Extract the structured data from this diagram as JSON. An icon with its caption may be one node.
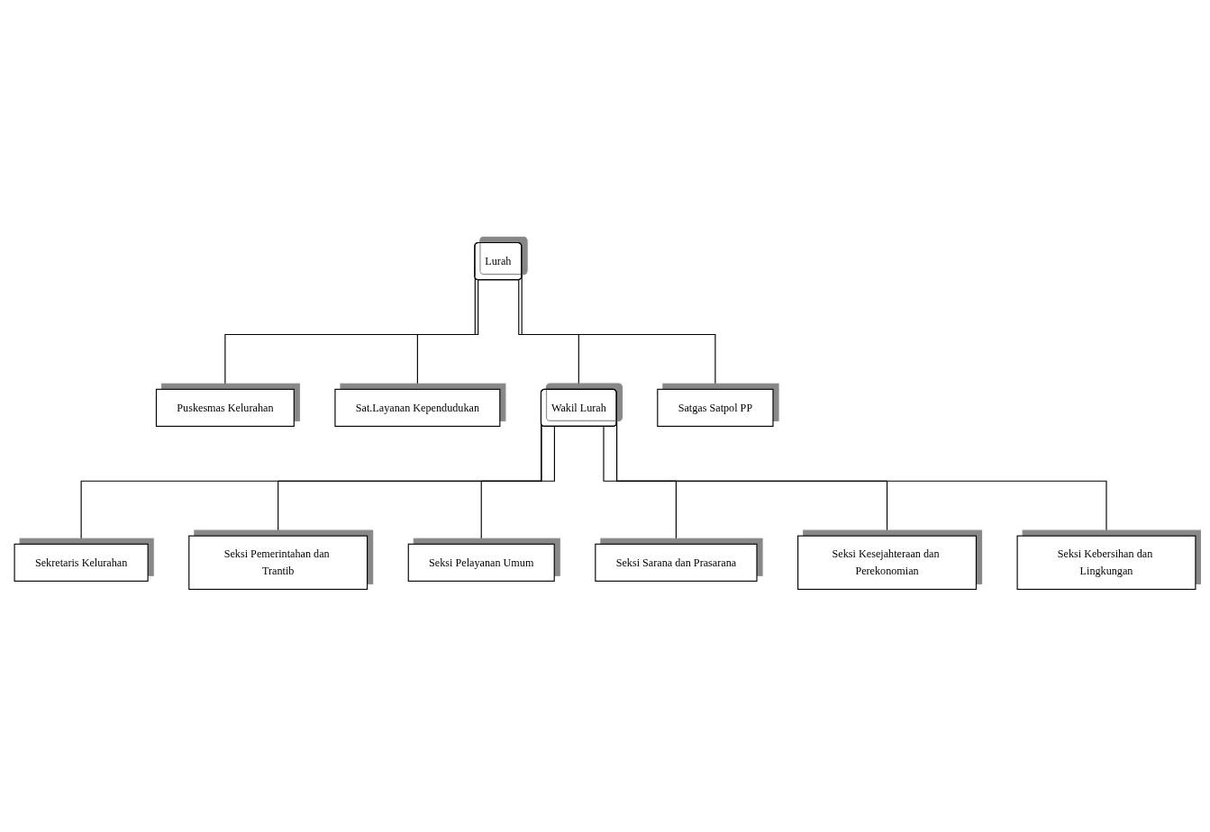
{
  "diagram": {
    "nodes": [
      {
        "text": [
          "Lurah"
        ]
      },
      {
        "text": [
          "Wakil Lurah"
        ]
      },
      {
        "text": [
          "Puskesmas Kelurahan"
        ]
      },
      {
        "text": [
          "Sat.Layanan Kependudukan"
        ]
      },
      {
        "text": [
          "Satgas Satpol PP"
        ]
      },
      {
        "text": [
          "Sekretaris Kelurahan"
        ]
      },
      {
        "text": [
          "Seksi Pemerintahan dan Trantib"
        ]
      },
      {
        "text": [
          "Seksi Pelayanan Umum"
        ]
      },
      {
        "text": [
          "Seksi Sarana dan Prasarana"
        ]
      },
      {
        "text": [
          "Seksi Kesejahteraan dan Perekonomian"
        ]
      },
      {
        "text": [
          "Seksi Kebersihan dan Lingkungan"
        ]
      }
    ],
    "edges": [
      {
        "from": 0,
        "to": 1,
        "arrow": "none"
      },
      {
        "from": 0,
        "to": 2,
        "arrow": "none"
      },
      {
        "from": 0,
        "to": 3,
        "arrow": "none"
      },
      {
        "from": 0,
        "to": 4,
        "arrow": "none"
      },
      {
        "from": 1,
        "to": 5,
        "arrow": "none"
      },
      {
        "from": 1,
        "to": 6,
        "arrow": "none"
      },
      {
        "from": 1,
        "to": 7,
        "arrow": "none"
      },
      {
        "from": 1,
        "to": 8,
        "arrow": "none"
      },
      {
        "from": 1,
        "to": 9,
        "arrow": "none"
      },
      {
        "from": 1,
        "to": 10,
        "arrow": "none"
      }
    ]
  }
}
